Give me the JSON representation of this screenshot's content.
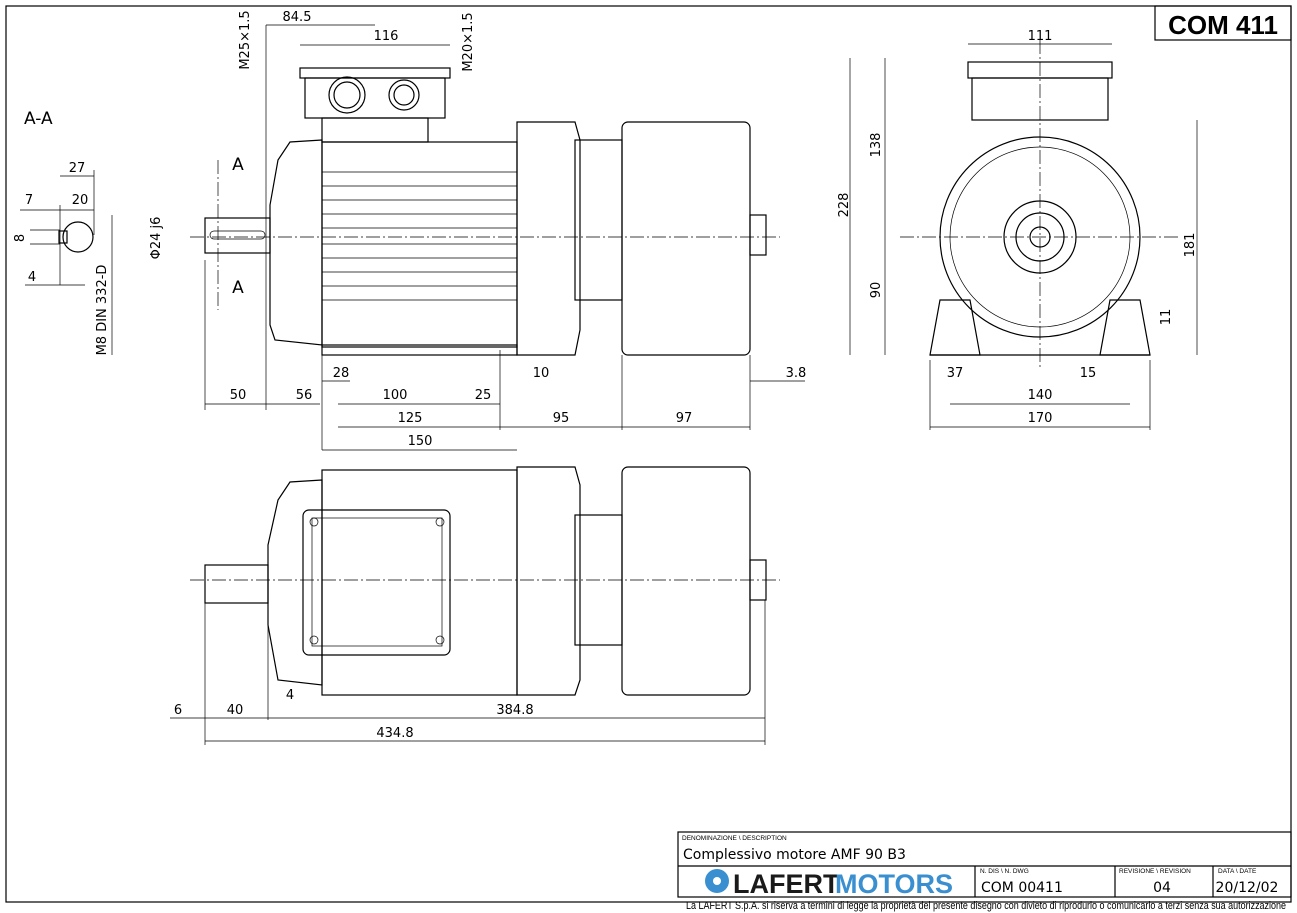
{
  "code_box": "COM 411",
  "section_label": "A-A",
  "section_marks": [
    "A",
    "A"
  ],
  "side_view": {
    "dims": {
      "d84_5": "84.5",
      "d116": "116",
      "m25": "M25×1.5",
      "m20": "M20×1.5",
      "d27": "27",
      "d7": "7",
      "d20": "20",
      "d8": "8",
      "d4": "4",
      "m8": "M8 DIN 332-D",
      "shaft_dia": "Φ24 j6",
      "d50": "50",
      "d56": "56",
      "d28": "28",
      "d100": "100",
      "d25": "25",
      "d10": "10",
      "d3_8": "3.8",
      "d125": "125",
      "d95": "95",
      "d97": "97",
      "d150": "150"
    }
  },
  "front_view": {
    "dims": {
      "d111": "111",
      "d138": "138",
      "d228": "228",
      "d90": "90",
      "d181": "181",
      "d11": "11",
      "d37": "37",
      "d15": "15",
      "d140": "140",
      "d170": "170"
    }
  },
  "top_view": {
    "dims": {
      "d6": "6",
      "d40": "40",
      "d4": "4",
      "d384_8": "384.8",
      "d434_8": "434.8"
    }
  },
  "title_block": {
    "description_label": "DENOMINAZIONE \\ DESCRIPTION",
    "description": "Complessivo motore AMF 90 B3",
    "logo_text_1": "LAFERT",
    "logo_text_2": "MOTORS",
    "drawing_no_label": "N. DIS \\ N. DWG",
    "drawing_no": "COM 00411",
    "revision_label": "REVISIONE \\ REVISION",
    "revision": "04",
    "date_label": "DATA \\ DATE",
    "date": "20/12/02",
    "colors": {
      "logo_dark": "#1a1a1a",
      "logo_blue": "#3a8fd0"
    }
  },
  "footer": "La LAFERT S.p.A. si riserva a termini di legge la proprietà del presente disegno con divieto di riprodurlo o comunicarlo a terzi senza sua autorizzazione"
}
